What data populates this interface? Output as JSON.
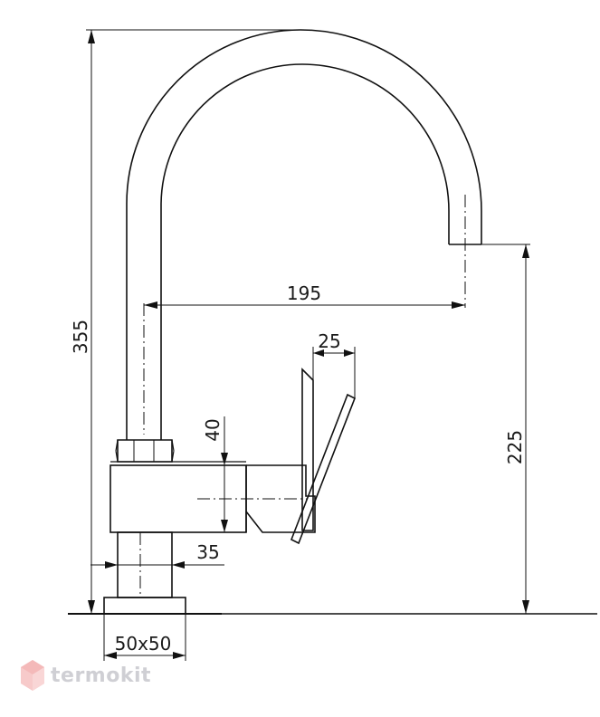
{
  "dimensions": {
    "height_total": "355",
    "spout_reach": "195",
    "handle_width": "25",
    "body_height": "40",
    "spout_height": "225",
    "column_width": "35",
    "base_size": "50x50"
  },
  "watermark": {
    "text": "termokit",
    "color_main": "#cfcfd4",
    "color_logo_top": "#f4b9b9",
    "color_logo_side": "#f7caca"
  },
  "colors": {
    "line": "#111111"
  }
}
